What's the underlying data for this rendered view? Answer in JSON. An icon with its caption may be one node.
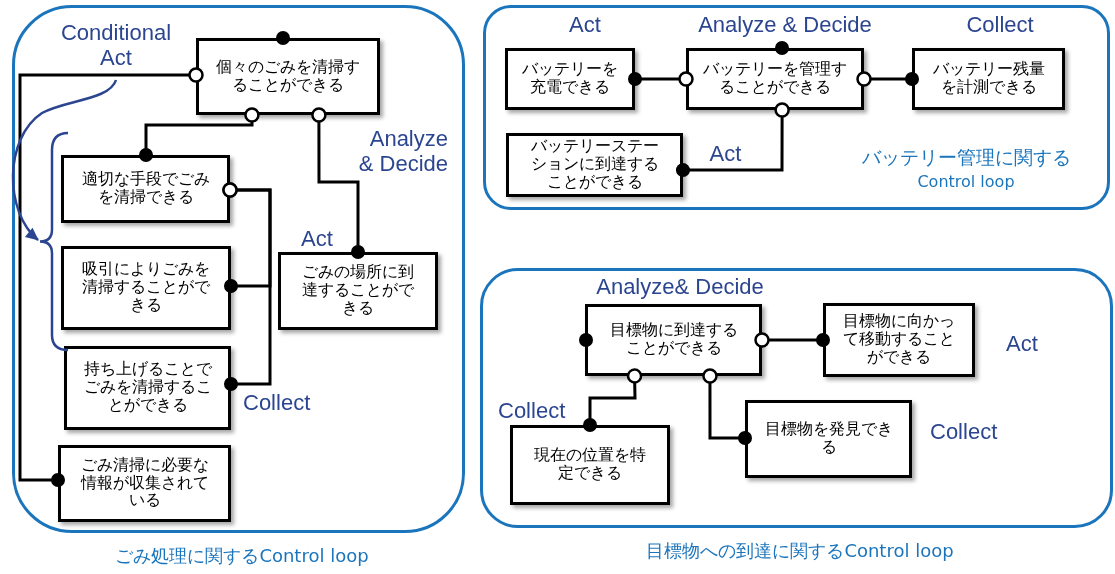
{
  "diagram": {
    "nodes": [
      {
        "text": [
          "ごみ処理に関するControl loop"
        ]
      },
      {
        "text": [
          "Conditional Act"
        ],
        "in": 0
      },
      {
        "text": [
          "個々のごみを清掃することができる"
        ],
        "in": 0,
        "beside": [
          "Analyze & Decide"
        ]
      },
      {
        "text": [
          "適切な手段でごみを清掃できる"
        ],
        "in": 0
      },
      {
        "text": [
          "吸引によりごみを清掃することができる"
        ],
        "in": 0
      },
      {
        "text": [
          "持ち上げることでごみを清掃することができる"
        ],
        "in": 0,
        "beside": [
          "Collect"
        ]
      },
      {
        "text": [
          "ごみの場所に到達することができる"
        ],
        "in": 0,
        "beside": [
          "Act"
        ]
      },
      {
        "text": [
          "ごみ清掃に必要な情報が収集されている"
        ],
        "in": 0
      },
      {
        "text": [
          "バッテリー管理に関する",
          "Control loop"
        ]
      },
      {
        "text": [
          "バッテリーを充電できる"
        ],
        "in": 8,
        "beside": [
          "Act"
        ]
      },
      {
        "text": [
          "バッテリーを管理することができる"
        ],
        "in": 8,
        "beside": [
          "Analyze & Decide"
        ]
      },
      {
        "text": [
          "バッテリー残量を計測できる"
        ],
        "in": 8,
        "beside": [
          "Collect"
        ]
      },
      {
        "text": [
          "バッテリーステーションに到達することができる"
        ],
        "in": 8,
        "beside": [
          "Act"
        ]
      },
      {
        "text": [
          "目標物への到達に関するControl loop"
        ]
      },
      {
        "text": [
          "目標物に到達することができる"
        ],
        "in": 13,
        "beside": [
          "Analyze& Decide"
        ]
      },
      {
        "text": [
          "目標物に向かって移動することができる"
        ],
        "in": 13,
        "beside": [
          "Act"
        ]
      },
      {
        "text": [
          "現在の位置を特定できる"
        ],
        "in": 13,
        "beside": [
          "Collect"
        ]
      },
      {
        "text": [
          "目標物を発見できる"
        ],
        "in": 13,
        "beside": [
          "Collect"
        ]
      },
      {
        "text": [],
        "shape": "bracket",
        "in": 0
      }
    ],
    "edges": [
      {
        "from": 2,
        "to": 3,
        "arrow": "other"
      },
      {
        "from": 2,
        "to": 6,
        "arrow": "other"
      },
      {
        "from": 3,
        "to": 4,
        "arrow": "other"
      },
      {
        "from": 3,
        "to": 5,
        "arrow": "other"
      },
      {
        "from": 2,
        "to": 7,
        "arrow": "other"
      },
      {
        "from": 1,
        "to": 18,
        "arrow": "to",
        "color": "#2b4590"
      },
      {
        "from": 10,
        "to": 9,
        "arrow": "other"
      },
      {
        "from": 10,
        "to": 11,
        "arrow": "other"
      },
      {
        "from": 10,
        "to": 12,
        "arrow": "other"
      },
      {
        "from": 14,
        "to": 15,
        "arrow": "other"
      },
      {
        "from": 14,
        "to": 16,
        "arrow": "other"
      },
      {
        "from": 14,
        "to": 17,
        "arrow": "other"
      }
    ]
  }
}
